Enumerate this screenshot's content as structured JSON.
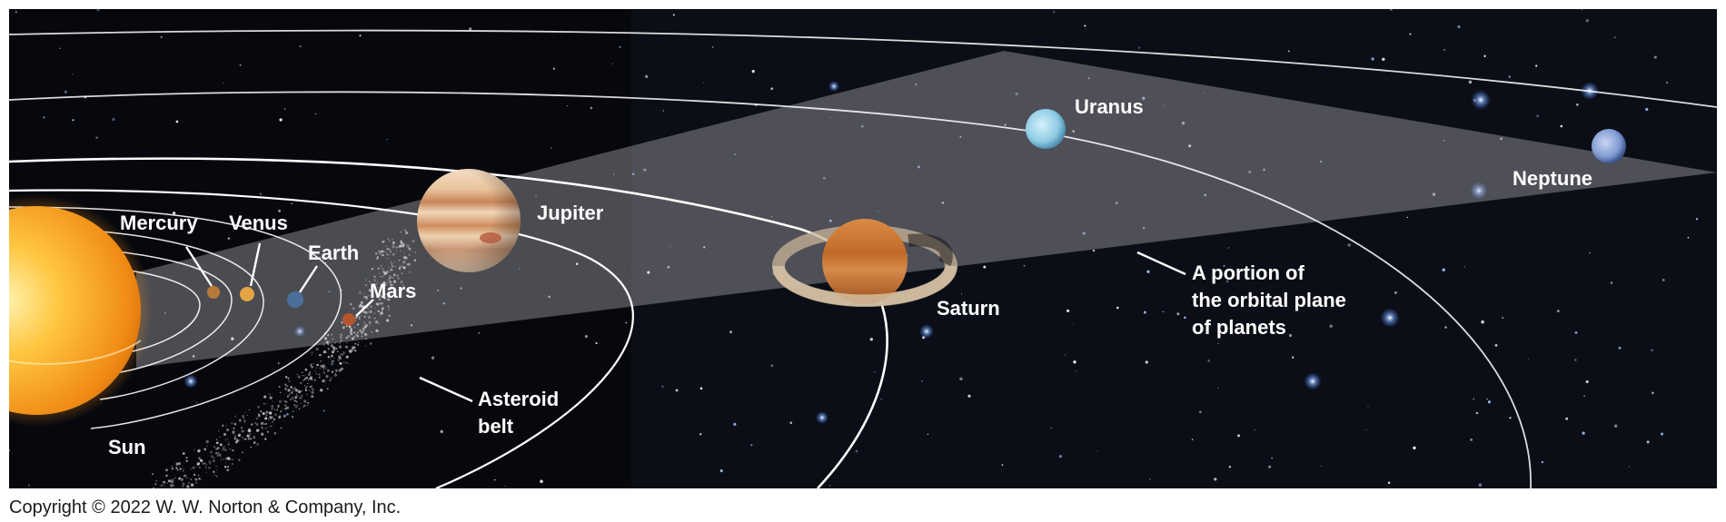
{
  "labels": {
    "mercury": "Mercury",
    "venus": "Venus",
    "earth": "Earth",
    "mars": "Mars",
    "jupiter": "Jupiter",
    "saturn": "Saturn",
    "uranus": "Uranus",
    "neptune": "Neptune",
    "sun": "Sun",
    "asteroid_belt_line1": "Asteroid",
    "asteroid_belt_line2": "belt",
    "orbital_plane_line1": "A portion of",
    "orbital_plane_line2": "the orbital plane",
    "orbital_plane_line3": "of planets"
  },
  "copyright": "Copyright © 2022 W. W. Norton & Company, Inc.",
  "colors": {
    "space": "#0b0e16",
    "orbital_plane": "#b9b9bf",
    "orbit_line": "#ffffff",
    "sun": "#f7a11f",
    "jupiter": "#e2b48a",
    "saturn": "#c8702c",
    "uranus": "#9fd4ea",
    "neptune": "#8ea6d8",
    "mercury": "#b9793a",
    "venus": "#e3a444",
    "earth": "#4b6f9a",
    "mars": "#b5552d"
  }
}
